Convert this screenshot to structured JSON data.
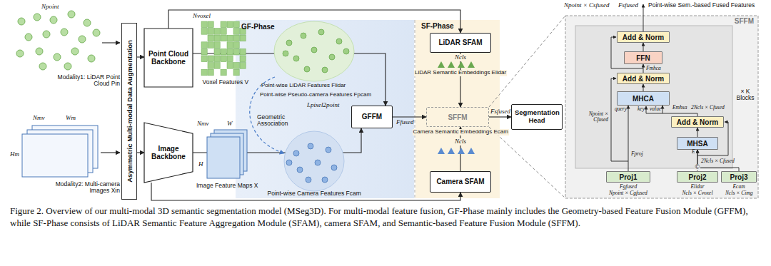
{
  "diagram": {
    "caption": "Figure 2. Overview of our multi-modal 3D semantic segmentation model (MSeg3D). For multi-modal feature fusion, GF-Phase mainly includes the Geometry-based Feature Fusion Module (GFFM), while SF-Phase consists of LiDAR Semantic Feature Aggregation Module (SFAM), camera SFAM, and Semantic-based Feature Fusion Module (SFFM).",
    "nodes": [
      {
        "text": [
          "Asymmetric Multi-modal Data Augmentation"
        ]
      },
      {
        "text": [
          "Point Cloud Backbone"
        ]
      },
      {
        "text": [
          "Image Backbone"
        ]
      },
      {
        "text": [
          "GF-Phase"
        ]
      },
      {
        "text": [
          "GFFM"
        ],
        "in": 3
      },
      {
        "text": [
          "SF-Phase"
        ]
      },
      {
        "text": [
          "LiDAR SFAM"
        ],
        "in": 5
      },
      {
        "text": [
          "SFFM"
        ],
        "in": 5
      },
      {
        "text": [
          "Camera SFAM"
        ],
        "in": 5
      },
      {
        "text": [
          "Segmentation Head"
        ]
      },
      {
        "text": [
          "SFFM"
        ]
      },
      {
        "text": [
          "Add & Norm"
        ],
        "in": 10
      },
      {
        "text": [
          "FFN"
        ],
        "in": 10
      },
      {
        "text": [
          "Add & Norm"
        ],
        "in": 10
      },
      {
        "text": [
          "MHCA"
        ],
        "in": 10
      },
      {
        "text": [
          "Add & Norm"
        ],
        "in": 10
      },
      {
        "text": [
          "MHSA"
        ],
        "in": 10
      },
      {
        "text": [
          "Proj1"
        ],
        "in": 10
      },
      {
        "text": [
          "Proj2"
        ],
        "in": 10
      },
      {
        "text": [
          "Proj3"
        ],
        "in": 10
      }
    ],
    "edges": [
      {
        "from": 0,
        "to": 1,
        "arrow": "to"
      },
      {
        "from": 0,
        "to": 2,
        "arrow": "to"
      },
      {
        "from": 1,
        "to": 6,
        "arrow": "to"
      },
      {
        "from": 1,
        "to": 4,
        "arrow": "to"
      },
      {
        "from": 2,
        "to": 4,
        "arrow": "to"
      },
      {
        "from": 2,
        "to": 8,
        "arrow": "to"
      },
      {
        "from": 4,
        "to": 7,
        "label": "Ffused",
        "arrow": "to"
      },
      {
        "from": 6,
        "to": 7,
        "arrow": "to"
      },
      {
        "from": 8,
        "to": 7,
        "arrow": "to"
      },
      {
        "from": 7,
        "to": 9,
        "label": "Fsfused",
        "arrow": "to"
      },
      {
        "from": 17,
        "to": 14,
        "arrow": "to"
      },
      {
        "from": 15,
        "to": 14,
        "arrow": "to"
      },
      {
        "from": 14,
        "to": 13,
        "arrow": "to"
      },
      {
        "from": 13,
        "to": 12,
        "arrow": "to"
      },
      {
        "from": 12,
        "to": 11,
        "arrow": "to"
      },
      {
        "from": 18,
        "to": 16,
        "arrow": "to"
      },
      {
        "from": 19,
        "to": 16,
        "arrow": "to"
      },
      {
        "from": 16,
        "to": 15,
        "arrow": "to"
      }
    ],
    "labels": [
      "Npoint",
      "Modality1: LiDAR Point Cloud Pin",
      "Nmv",
      "Wm",
      "Hm",
      "Modality2: Multi-camera Images Xin",
      "Nvoxel",
      "Voxel Features V",
      "Nmv",
      "W",
      "H",
      "Image Feature Maps X",
      "Point-wise LiDAR Features Flidar",
      "Point-wise Pseudo-camera Features Fpcam",
      "Lpixel2point",
      "Geometric Association",
      "Point-wise Camera Features Fcam",
      "Ncls",
      "LiDAR Semantic Embeddings Elidar",
      "Camera Semantic Embeddings Ecam",
      "Ncls",
      "Npoint × Csfused",
      "Fsfused",
      "Point-wise Sem.-based Fused Features",
      "Fmhca",
      "× K Blocks",
      "Npoint × Cfused",
      "query",
      "key",
      "value",
      "Emhsa",
      "2Ncls × Cfused",
      "E",
      "©",
      "2Ncls × Cfused",
      "Fproj",
      "Fgfused",
      "Npoint × Cgfused",
      "Elidar",
      "Ncls × Cvoxel",
      "Ecam",
      "Ncls × Cimg"
    ]
  }
}
